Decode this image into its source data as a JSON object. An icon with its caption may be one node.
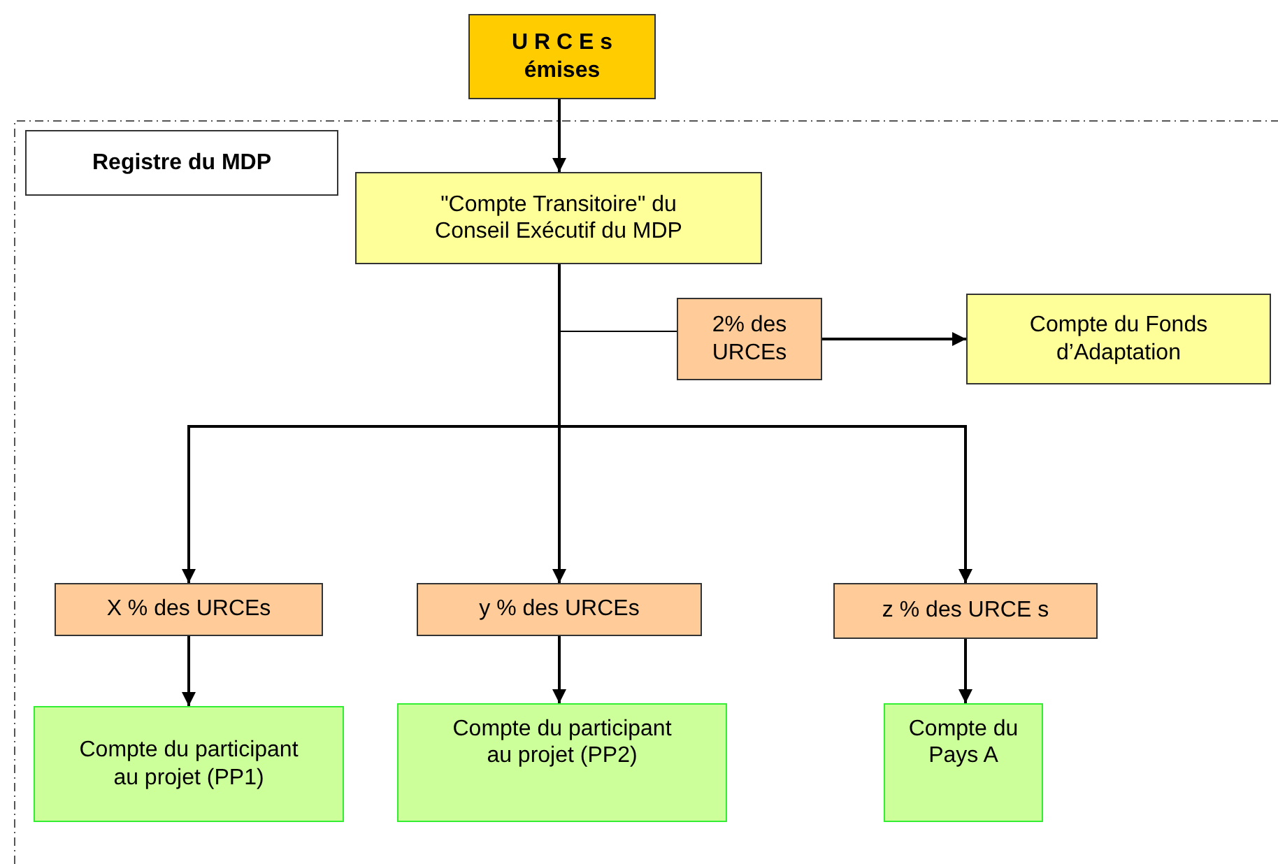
{
  "diagram": {
    "nodes": [
      {
        "text": [
          "U R C E s émises"
        ]
      },
      {
        "text": [
          "Registre du MDP"
        ]
      },
      {
        "text": [
          "\"Compte Transitoire\" du Conseil Exécutif du MDP"
        ],
        "in": 1
      },
      {
        "text": [
          "2% des URCEs"
        ],
        "in": 1
      },
      {
        "text": [
          "Compte du Fonds d’Adaptation"
        ],
        "in": 1
      },
      {
        "text": [
          "X % des URCEs"
        ],
        "in": 1
      },
      {
        "text": [
          "y % des URCEs"
        ],
        "in": 1
      },
      {
        "text": [
          "z % des URCE s"
        ],
        "in": 1
      },
      {
        "text": [
          "Compte du participant au projet (PP1)"
        ],
        "in": 1
      },
      {
        "text": [
          "Compte du participant au projet (PP2)"
        ],
        "in": 1
      },
      {
        "text": [
          "Compte du Pays A"
        ],
        "in": 1
      }
    ],
    "edges": [
      {
        "from": 0,
        "to": 2,
        "arrow": "to"
      },
      {
        "from": 2,
        "to": 3,
        "arrow": "none"
      },
      {
        "from": 3,
        "to": 4,
        "arrow": "to"
      },
      {
        "from": 2,
        "to": 5,
        "arrow": "to"
      },
      {
        "from": 2,
        "to": 6,
        "arrow": "to"
      },
      {
        "from": 2,
        "to": 7,
        "arrow": "to"
      },
      {
        "from": 5,
        "to": 8,
        "arrow": "to"
      },
      {
        "from": 6,
        "to": 9,
        "arrow": "to"
      },
      {
        "from": 7,
        "to": 10,
        "arrow": "to"
      }
    ]
  }
}
